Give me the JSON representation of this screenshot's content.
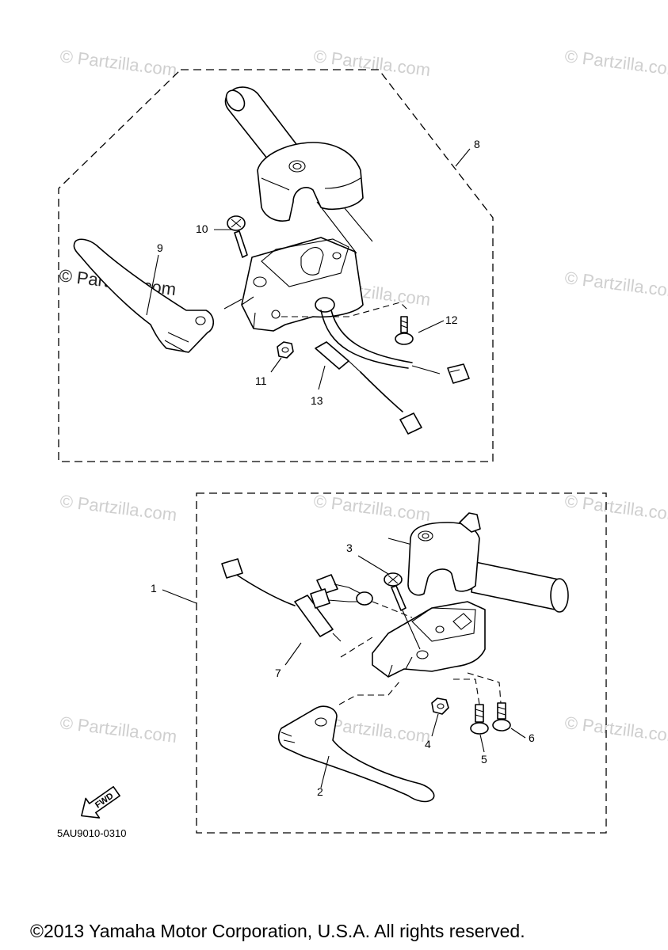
{
  "watermark": "© Partzilla.com",
  "diagram_code": "5AU9010-0310",
  "fwd_label": "FWD",
  "copyright": "©2013 Yamaha Motor Corporation, U.S.A. All rights reserved.",
  "callouts": {
    "c1": "1",
    "c2": "2",
    "c3": "3",
    "c4": "4",
    "c5": "5",
    "c6": "6",
    "c7": "7",
    "c8": "8",
    "c9": "9",
    "c10": "10",
    "c11": "11",
    "c12": "12",
    "c13": "13"
  }
}
